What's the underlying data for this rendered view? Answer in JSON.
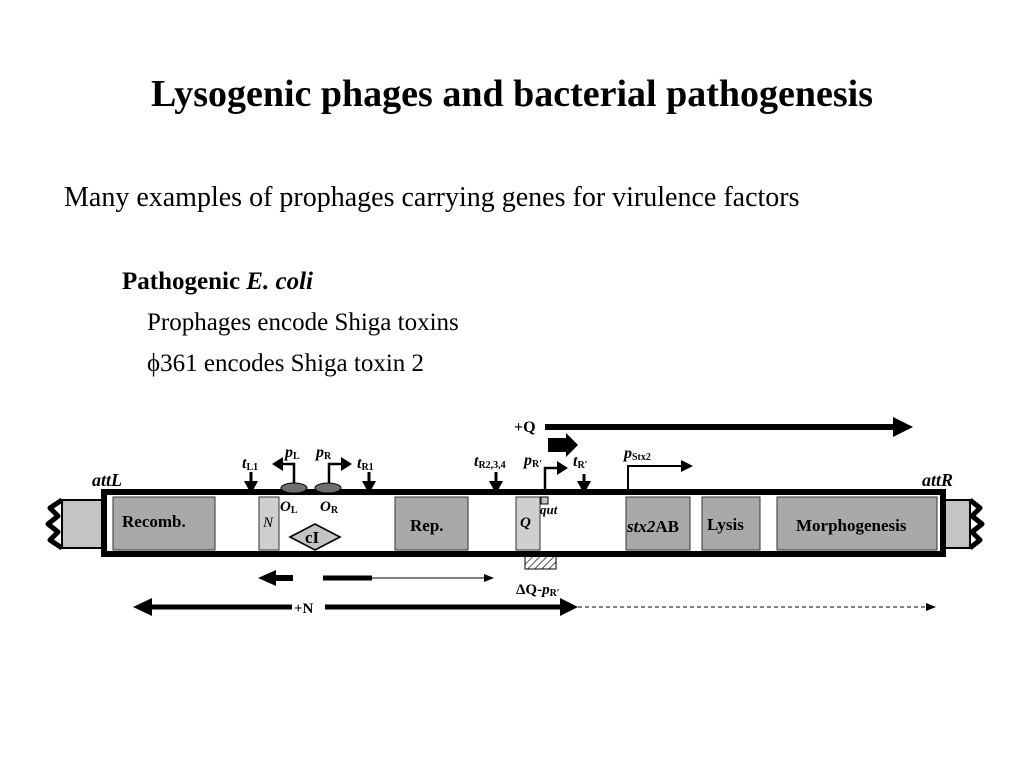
{
  "title": "Lysogenic phages and bacterial pathogenesis",
  "subtitle": "Many examples of prophages carrying genes for virulence factors",
  "section": {
    "heading_prefix": "Pathogenic ",
    "heading_organism": "E. coli",
    "lines": [
      "Prophages encode Shiga toxins",
      "ϕ361 encodes Shiga toxin 2"
    ]
  },
  "diagram": {
    "attL": "attL",
    "attR": "attR",
    "regions": {
      "recomb": "Recomb.",
      "n": "N",
      "ci": "cI",
      "rep": "Rep.",
      "q": "Q",
      "stx_italic": "stx2",
      "stx_plain": "AB",
      "lysis": "Lysis",
      "morpho": "Morphogenesis"
    },
    "operators": {
      "ol_main": "O",
      "ol_sub": "L",
      "or_main": "O",
      "or_sub": "R"
    },
    "terminators": {
      "tl1_main": "t",
      "tl1_sub": "L1",
      "tr1_main": "t",
      "tr1_sub": "R1",
      "tr234_main": "t",
      "tr234_sub": "R2,3,4",
      "trprime_main": "t",
      "trprime_sub": "R′"
    },
    "promoters": {
      "pl_main": "p",
      "pl_sub": "L",
      "pr_main": "p",
      "pr_sub": "R",
      "prprime_main": "p",
      "prprime_sub": "R′",
      "pstx2_main": "p",
      "pstx2_sub": "Stx2"
    },
    "qut": "qut",
    "plus_q": "+Q",
    "plus_n": "+N",
    "delta_q": "ΔQ-",
    "delta_q_p": "p",
    "delta_q_sub": "R′"
  }
}
